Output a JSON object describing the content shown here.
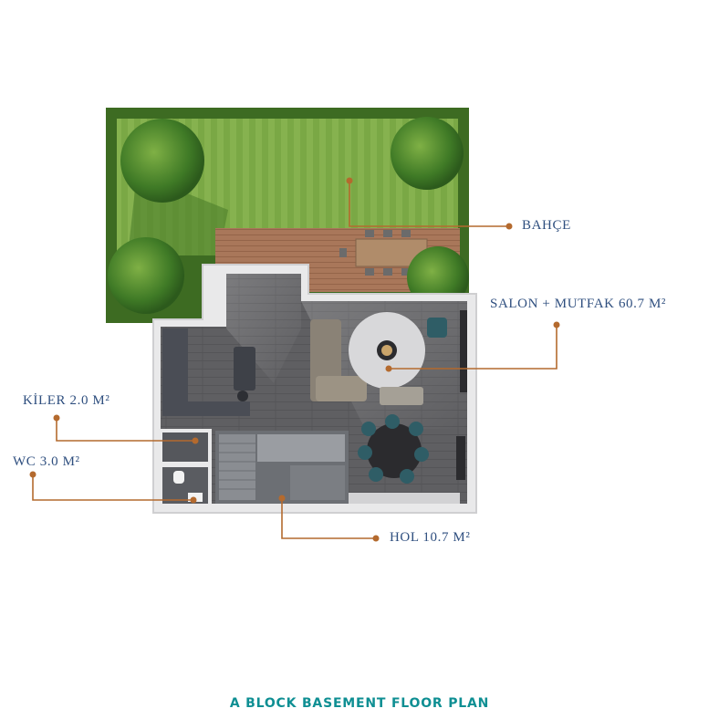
{
  "labels": {
    "garden": "BAHÇE",
    "living_kitchen": "SALON + MUTFAK 60.7 M²",
    "pantry": "KİLER 2.0 M²",
    "wc": "WC 3.0 M²",
    "hall": "HOL 10.7 M²"
  },
  "title": "A BLOCK BASEMENT FLOOR PLAN",
  "colors": {
    "label_text": "#2f4f7f",
    "leader_line": "#b46a2e",
    "title_text": "#0f8f93",
    "lawn": "#79a544",
    "hedge": "#3d6b22",
    "deck": "#a9775a",
    "floor": "#5e5e61",
    "wall": "#e9e9ea"
  }
}
